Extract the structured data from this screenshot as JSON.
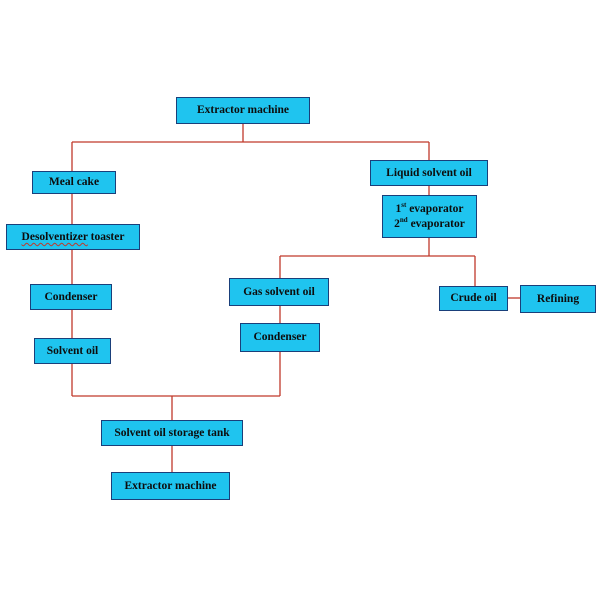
{
  "nodes": {
    "extractor_top": "Extractor machine",
    "meal_cake": "Meal cake",
    "liquid_solvent_oil": "Liquid solvent oil",
    "desolventizer_toaster_word": "Desolventizer",
    "desolventizer_toaster_rest": " toaster",
    "evaporator_1_num": "1",
    "evaporator_1_sup": "st",
    "evaporator_1_label": " evaporator",
    "evaporator_2_num": "2",
    "evaporator_2_sup": "nd",
    "evaporator_2_label": " evaporator",
    "condenser_left": "Condenser",
    "gas_solvent_oil": "Gas solvent oil",
    "crude_oil": "Crude oil",
    "refining": "Refining",
    "solvent_oil": "Solvent oil",
    "condenser_mid": "Condenser",
    "storage_tank": "Solvent oil storage tank",
    "extractor_bottom": "Extractor machine"
  },
  "colors": {
    "box_fill": "#1fc4ef",
    "box_border": "#1a3f7a",
    "connector": "#c0392b"
  }
}
